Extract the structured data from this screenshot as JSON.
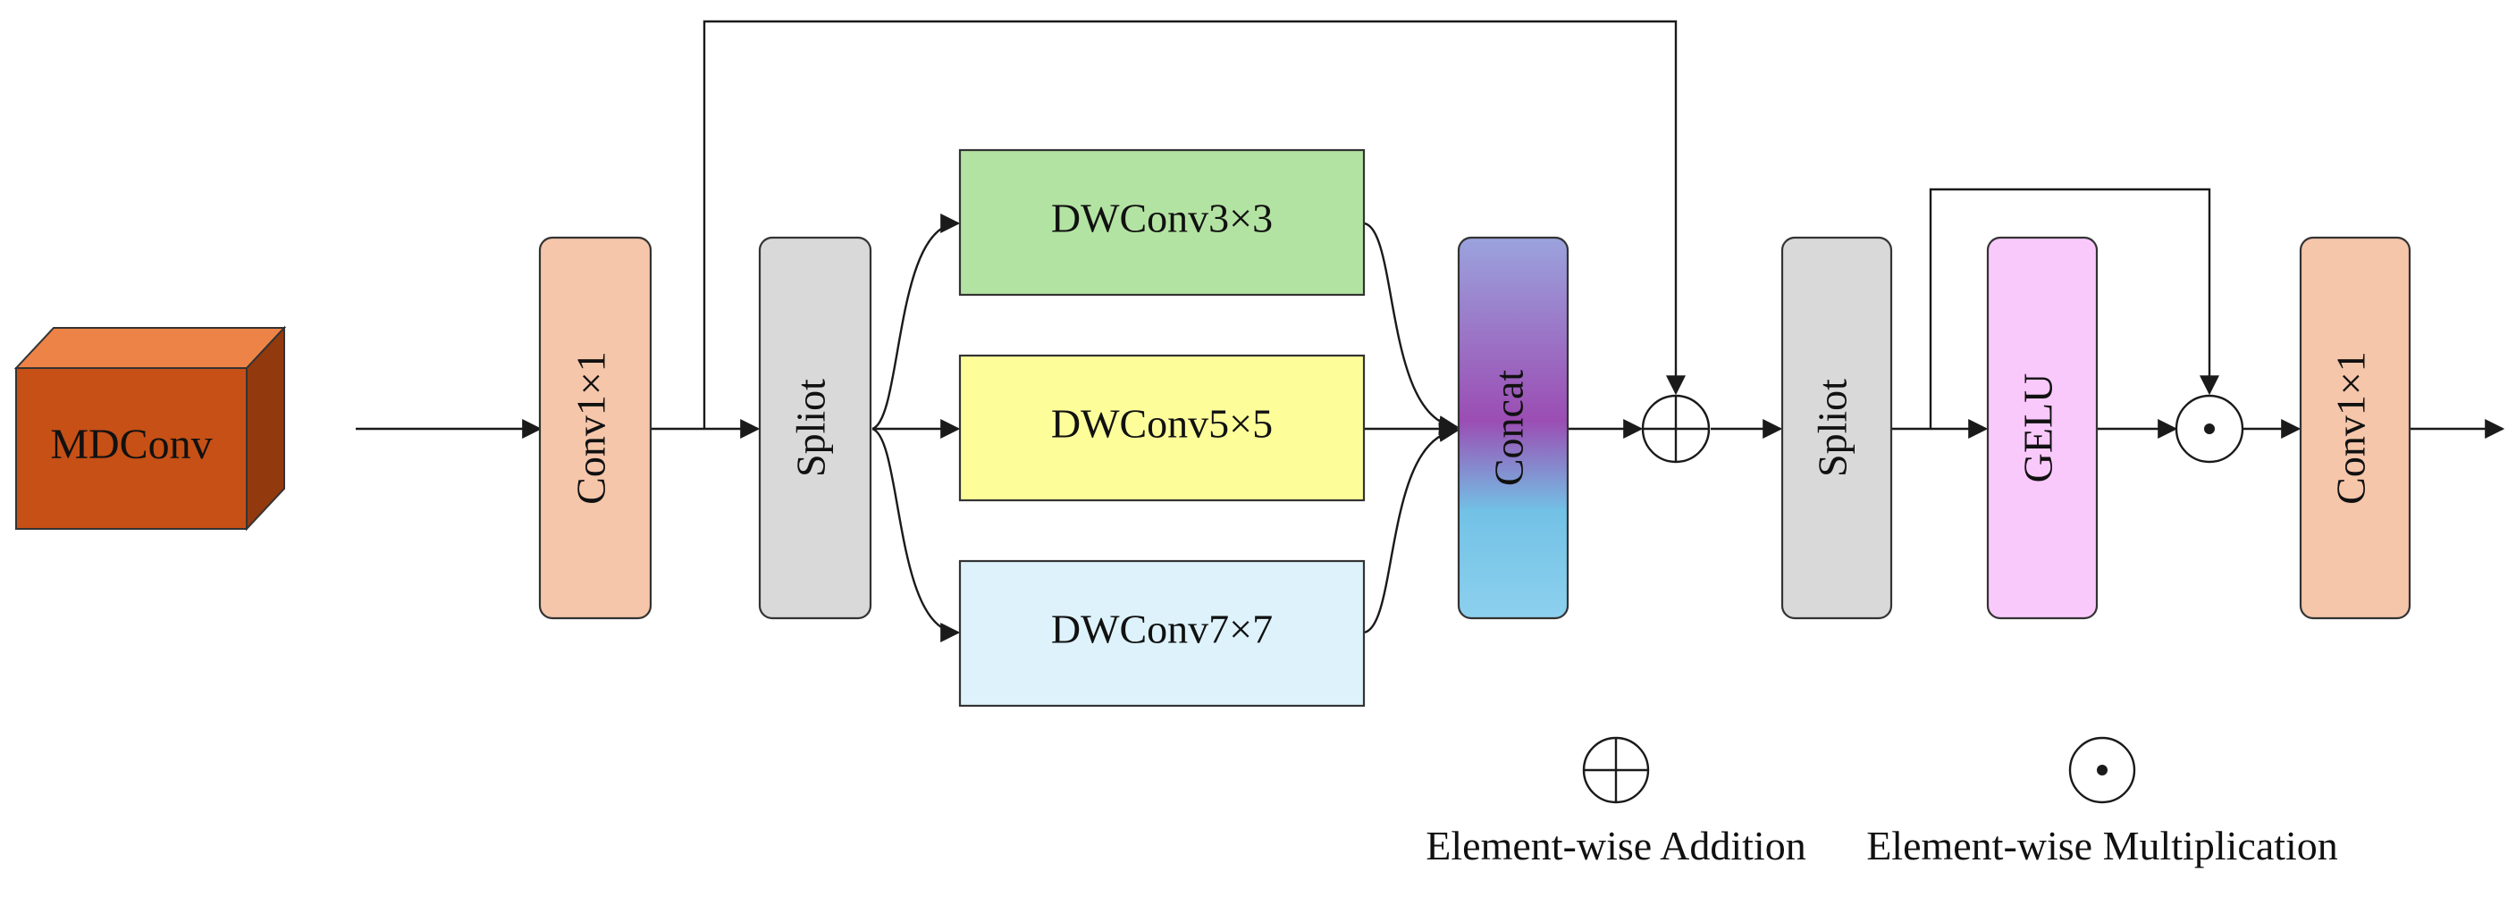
{
  "diagram": {
    "cube_label": "MDConv",
    "conv_in": "Conv1×1",
    "split_1": "Spliot",
    "dw3": "DWConv3×3",
    "dw5": "DWConv5×5",
    "dw7": "DWConv7×7",
    "concat": "Concat",
    "split_2": "Spliot",
    "gelu": "GELU",
    "conv_out": "Conv1×1"
  },
  "legend": {
    "addition_label": "Element-wise Addition",
    "multiplication_label": "Element-wise Multiplication"
  },
  "colors": {
    "cube_front": "#c65016",
    "cube_top": "#ee8347",
    "cube_side": "#93390e",
    "conv": "#f5c6aa",
    "split": "#d9d9d9",
    "dw3": "#b3e3a2",
    "dw5": "#fdfe9a",
    "dw7": "#ddf2fb",
    "gelu": "#fac9fc",
    "concat_top": "#9b9fdb",
    "concat_mid": "#9b4fb4",
    "concat_bottom": "#74c3e5"
  }
}
